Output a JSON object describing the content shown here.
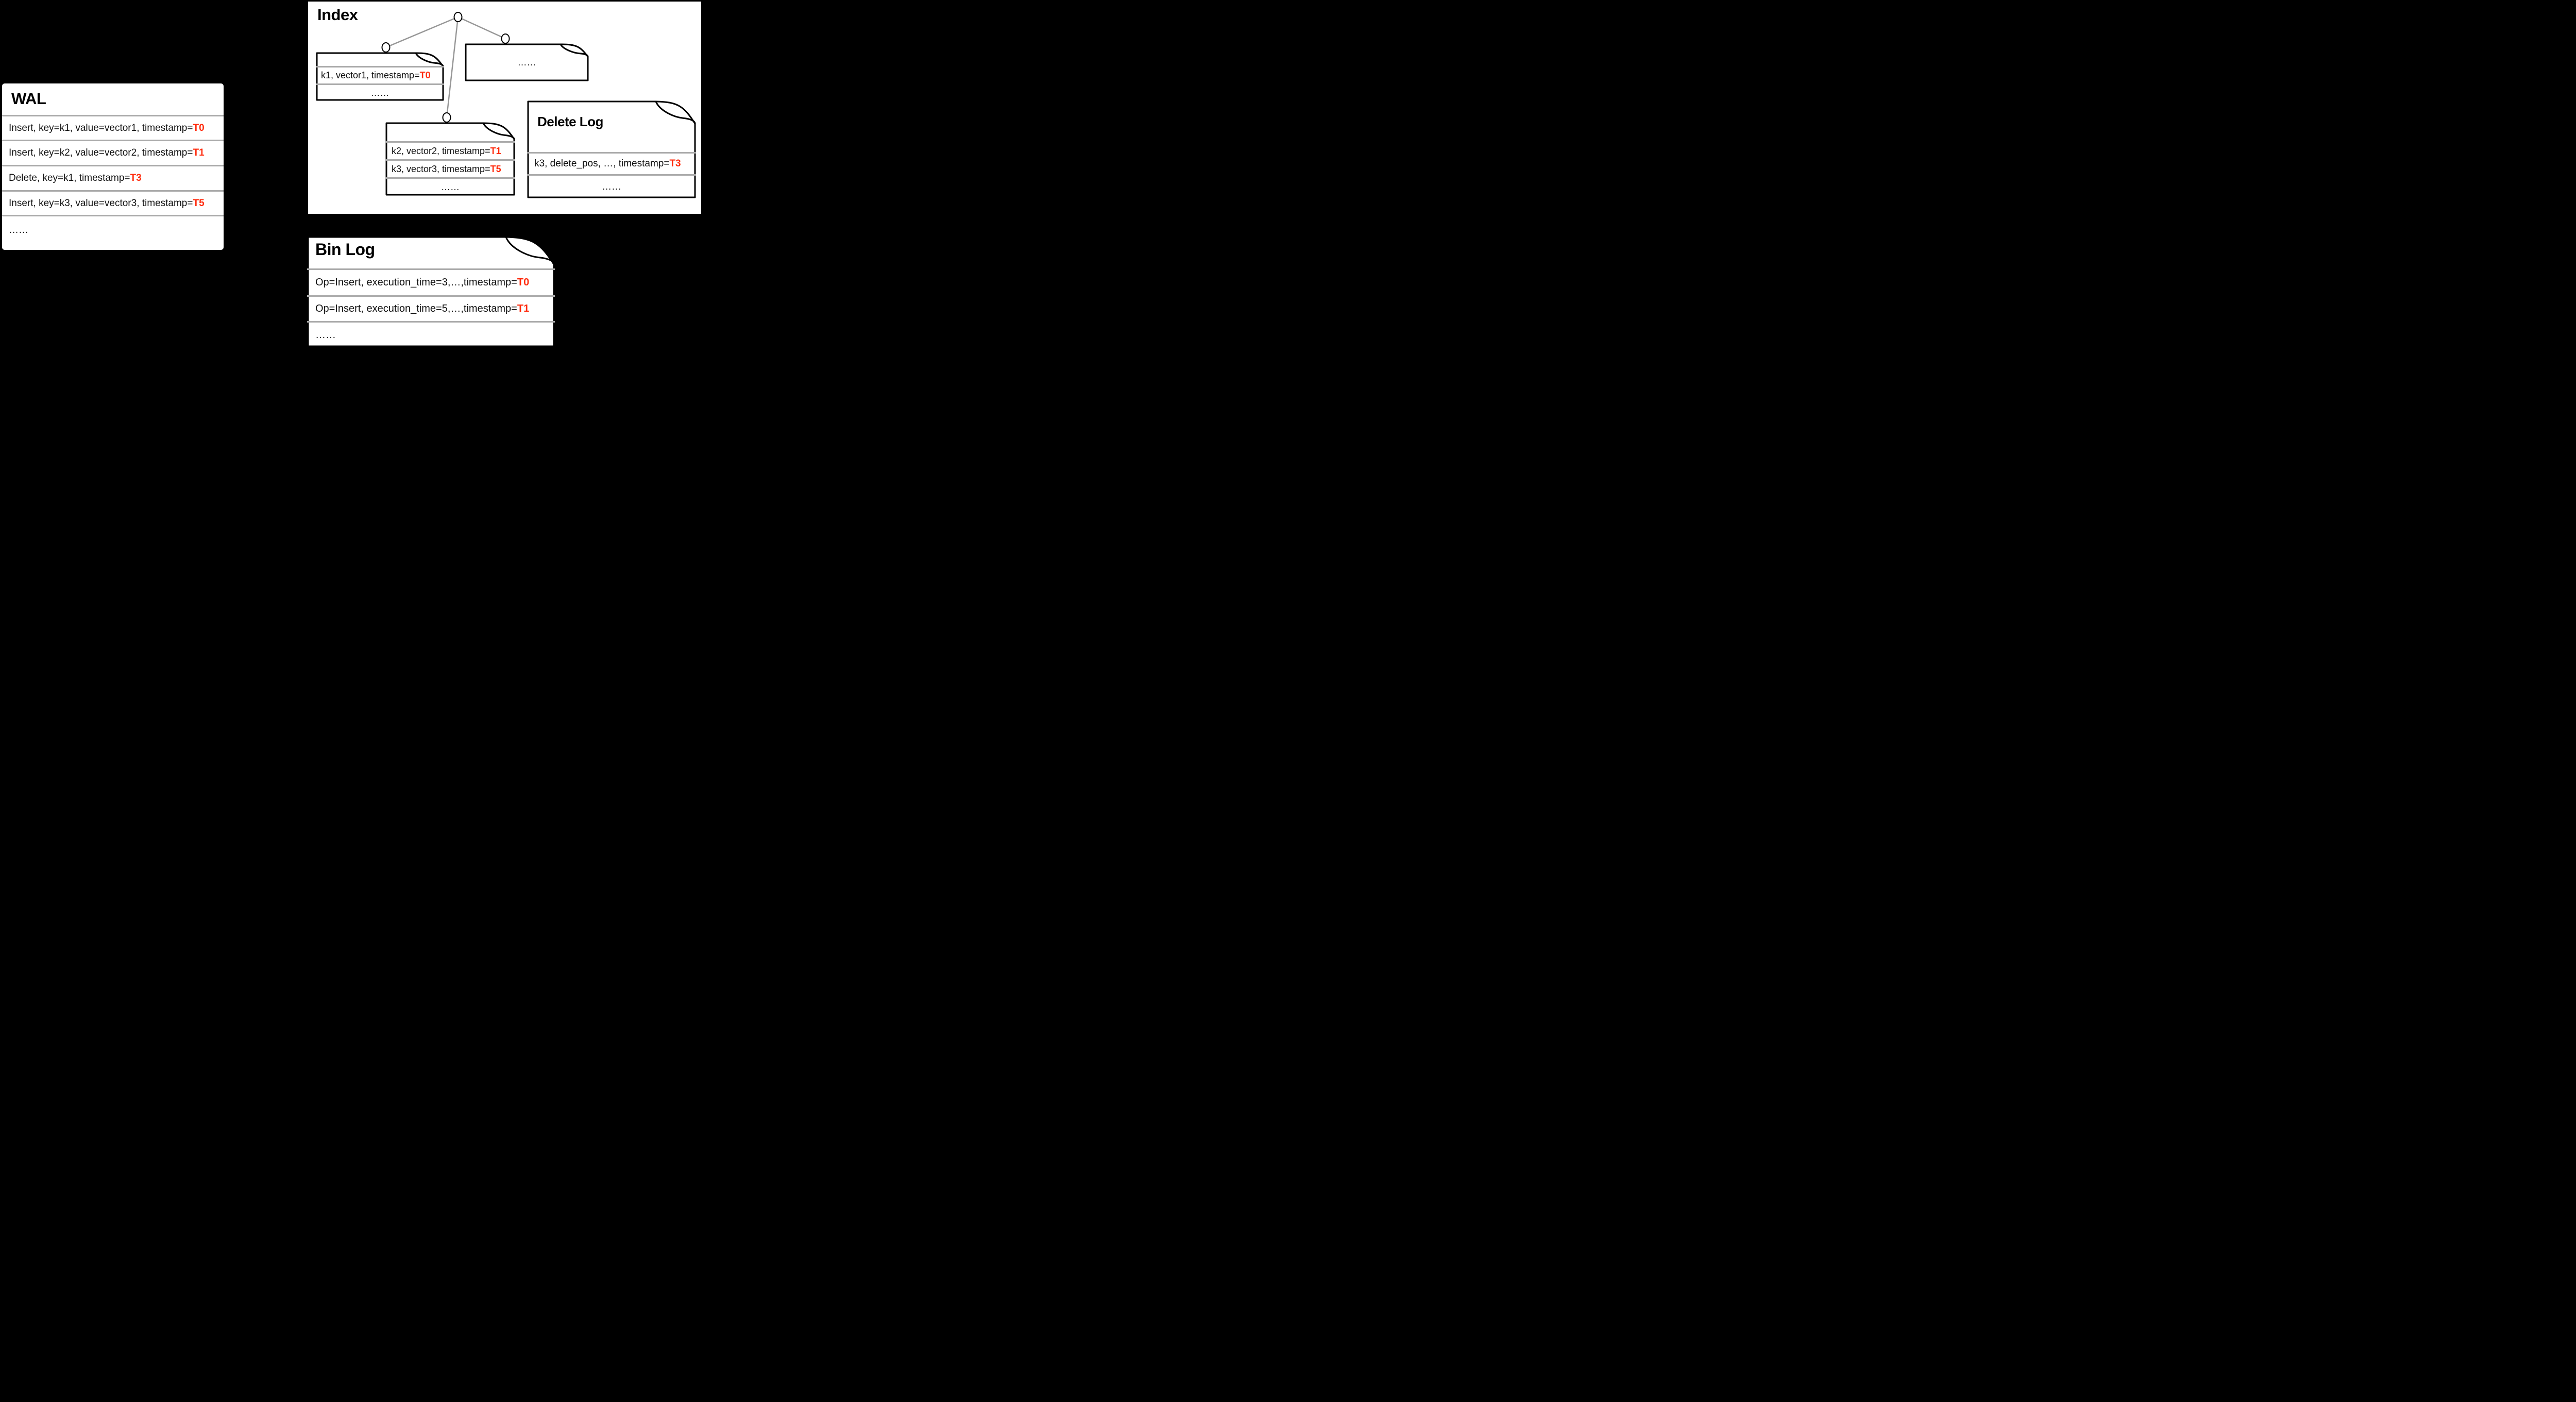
{
  "colors": {
    "background": "#000000",
    "panel": "#ffffff",
    "timestamp_red": "#ff2b0d",
    "divider_gray": "#ababab",
    "tree_edge_gray": "#979797"
  },
  "wal": {
    "title": "WAL",
    "rows": [
      {
        "text": "Insert, key=k1, value=vector1, timestamp=",
        "ts": "T0"
      },
      {
        "text": "Insert, key=k2, value=vector2, timestamp=",
        "ts": "T1"
      },
      {
        "text": "Delete, key=k1, timestamp=",
        "ts": "T3"
      },
      {
        "text": "Insert, key=k3, value=vector3, timestamp=",
        "ts": "T5"
      },
      {
        "text": "……",
        "ts": ""
      }
    ]
  },
  "index": {
    "title": "Index",
    "segment_k1": {
      "rows": [
        {
          "text": "k1, vector1, timestamp=",
          "ts": "T0"
        },
        {
          "text": "……",
          "ts": ""
        }
      ]
    },
    "segment_more": {
      "text": "……"
    },
    "segment_k2k3": {
      "rows": [
        {
          "text": "k2, vector2, timestamp=",
          "ts": "T1"
        },
        {
          "text": "k3, vector3, timestamp=",
          "ts": "T5"
        },
        {
          "text": "……",
          "ts": ""
        }
      ]
    },
    "delete_log": {
      "title": "Delete Log",
      "rows": [
        {
          "text": "k3, delete_pos, …, timestamp=",
          "ts": "T3"
        },
        {
          "text": "……",
          "ts": ""
        }
      ]
    }
  },
  "bin_log": {
    "title": "Bin Log",
    "rows": [
      {
        "text": "Op=Insert, execution_time=3,…,timestamp=",
        "ts": "T0"
      },
      {
        "text": "Op=Insert, execution_time=5,…,timestamp=",
        "ts": "T1"
      },
      {
        "text": "……",
        "ts": ""
      }
    ]
  }
}
